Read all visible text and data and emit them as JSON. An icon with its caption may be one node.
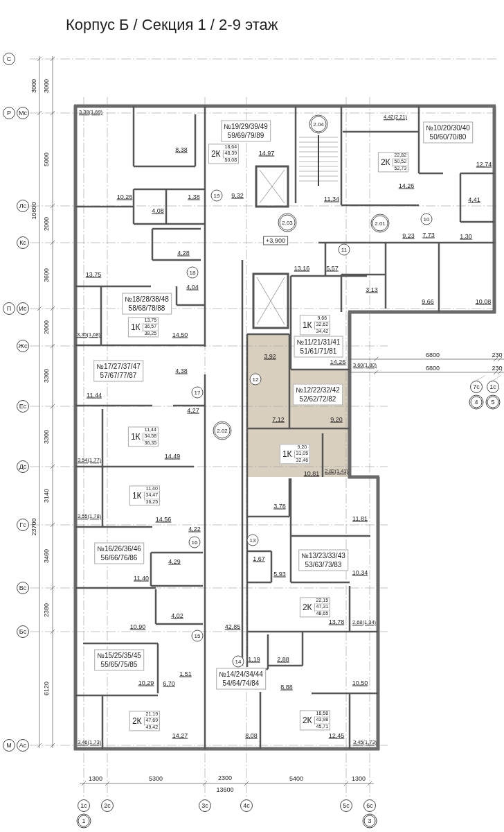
{
  "diagram": {
    "title": "Корпус Б / Секция 1 / 2-9 этаж",
    "nodes": [
      {
        "text": [
          "С"
        ]
      },
      {
        "text": [
          "Р"
        ]
      },
      {
        "text": [
          "Мс"
        ]
      },
      {
        "text": [
          "Лс"
        ]
      },
      {
        "text": [
          "Кс"
        ]
      },
      {
        "text": [
          "П"
        ]
      },
      {
        "text": [
          "Ис"
        ]
      },
      {
        "text": [
          "Жс"
        ]
      },
      {
        "text": [
          "Ес"
        ]
      },
      {
        "text": [
          "Дс"
        ]
      },
      {
        "text": [
          "Гс"
        ]
      },
      {
        "text": [
          "Вс"
        ]
      },
      {
        "text": [
          "Бс"
        ]
      },
      {
        "text": [
          "М"
        ]
      },
      {
        "text": [
          "Ас"
        ]
      },
      {
        "text": [
          "№19/29/39/49 59/69/79/89"
        ]
      },
      {
        "text": [
          "2К",
          "18,64",
          "48,39",
          "50,08"
        ]
      },
      {
        "text": [
          "2.04"
        ]
      },
      {
        "text": [
          "№10/20/30/40 50/60/70/80"
        ]
      },
      {
        "text": [
          "2К",
          "22,82",
          "50,52",
          "52,73"
        ]
      },
      {
        "text": [
          "19"
        ]
      },
      {
        "text": [
          "10"
        ]
      },
      {
        "text": [
          "2.03"
        ]
      },
      {
        "text": [
          "2.01"
        ]
      },
      {
        "text": [
          "+3,900"
        ]
      },
      {
        "text": [
          "11"
        ]
      },
      {
        "text": [
          "18"
        ]
      },
      {
        "text": [
          "№18/28/38/48 58/68/78/88"
        ]
      },
      {
        "text": [
          "1К",
          "13,75",
          "36,57",
          "38,25"
        ]
      },
      {
        "text": [
          "1К",
          "9,66",
          "32,62",
          "34,42"
        ]
      },
      {
        "text": [
          "№11/21/31/41 51/61/71/81"
        ]
      },
      {
        "text": [
          "№17/27/37/47 57/67/77/87"
        ]
      },
      {
        "text": [
          "12"
        ]
      },
      {
        "text": [
          "№12/22/32/42 52/62/72/82"
        ]
      },
      {
        "text": [
          "17"
        ]
      },
      {
        "text": [
          "2.02"
        ]
      },
      {
        "text": [
          "1К",
          "11,44",
          "34,58",
          "36,35"
        ]
      },
      {
        "text": [
          "1К",
          "9,20",
          "31,05",
          "32,46"
        ]
      },
      {
        "text": [
          "1К",
          "11,40",
          "34,47",
          "36,25"
        ]
      },
      {
        "text": [
          "13"
        ]
      },
      {
        "text": [
          "16"
        ]
      },
      {
        "text": [
          "№16/26/36/46 56/66/76/86"
        ]
      },
      {
        "text": [
          "№13/23/33/43 53/63/73/83"
        ]
      },
      {
        "text": [
          "2К",
          "22,15",
          "47,31",
          "48,65"
        ]
      },
      {
        "text": [
          "15"
        ]
      },
      {
        "text": [
          "№15/25/35/45 55/65/75/85"
        ]
      },
      {
        "text": [
          "14"
        ]
      },
      {
        "text": [
          "№14/24/34/44 54/64/74/84"
        ]
      },
      {
        "text": [
          "2К",
          "21,19",
          "47,69",
          "49,42"
        ]
      },
      {
        "text": [
          "2К",
          "18,58",
          "43,98",
          "45,71"
        ]
      },
      {
        "text": [
          "7с"
        ]
      },
      {
        "text": [
          "1с"
        ]
      },
      {
        "text": [
          "4"
        ]
      },
      {
        "text": [
          "5"
        ]
      },
      {
        "text": [
          "1с"
        ]
      },
      {
        "text": [
          "1"
        ]
      },
      {
        "text": [
          "2с"
        ]
      },
      {
        "text": [
          "3с"
        ]
      },
      {
        "text": [
          "4с"
        ]
      },
      {
        "text": [
          "5с"
        ]
      },
      {
        "text": [
          "6с"
        ]
      },
      {
        "text": [
          "3"
        ]
      }
    ],
    "labels": [
      "3000",
      "3000",
      "10600",
      "5000",
      "2000",
      "3600",
      "2000",
      "3300",
      "3300",
      "23700",
      "3140",
      "3460",
      "2380",
      "6120",
      "3,38(1,69)",
      "4,42(2,21)",
      "8,38",
      "14,97",
      "12,74",
      "14,26",
      "10,26",
      "1,38",
      "9,32",
      "11,34",
      "4,41",
      "4,08",
      "9,23",
      "7,73",
      "1,30",
      "4,28",
      "13,16",
      "5,57",
      "13,75",
      "4,04",
      "3,13",
      "9,66",
      "10,08",
      "3,35(1,68)",
      "14,50",
      "3,92",
      "14,26",
      "3,60(1,80)",
      "6800",
      "230",
      "6800",
      "230",
      "4,38",
      "11,44",
      "4,27",
      "7,12",
      "9,20",
      "14,49",
      "3,54(1,77)",
      "2,82(1,41)",
      "10,81",
      "3,78",
      "3,55(1,78)",
      "14,56",
      "11,81",
      "4,22",
      "1,67",
      "4,29",
      "5,93",
      "10,34",
      "11,40",
      "4,02",
      "13,78",
      "2,68(1,34)",
      "10,90",
      "42,85",
      "1,19",
      "2,88",
      "1,51",
      "10,29",
      "6,70",
      "10,50",
      "8,88",
      "14,27",
      "8,08",
      "12,45",
      "3,46(1,73)",
      "3,45(1,73)",
      "1300",
      "5300",
      "2300",
      "13600",
      "5400",
      "1300"
    ]
  }
}
